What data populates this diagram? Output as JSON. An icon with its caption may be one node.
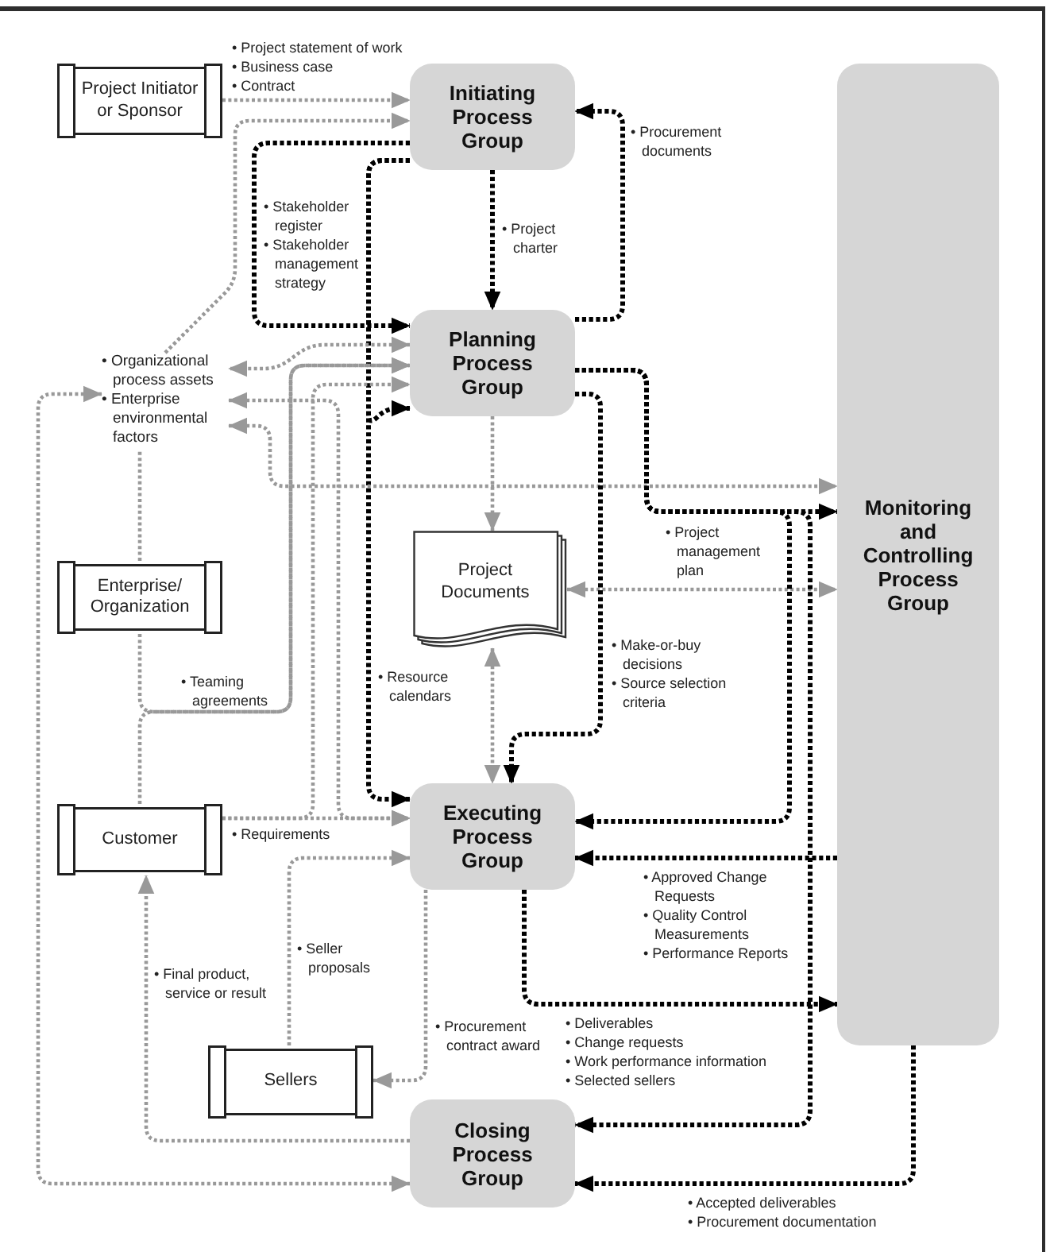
{
  "diagram": {
    "nodes": [
      {
        "text": [
          "Project Initiator or Sponsor"
        ]
      },
      {
        "text": [
          "Initiating Process Group"
        ]
      },
      {
        "text": [
          "Monitoring and Controlling Process Group"
        ]
      },
      {
        "text": [
          "Planning Process Group"
        ]
      },
      {
        "text": [
          "• Organizational process assets",
          "• Enterprise environmental factors"
        ]
      },
      {
        "text": [
          "Project Documents"
        ]
      },
      {
        "text": [
          "Enterprise/ Organization"
        ]
      },
      {
        "text": [
          "Executing Process Group"
        ]
      },
      {
        "text": [
          "Customer"
        ]
      },
      {
        "text": [
          "Sellers"
        ]
      },
      {
        "text": [
          "Closing Process Group"
        ]
      }
    ],
    "edges": [
      {
        "from": 0,
        "to": 1,
        "arrow": "to",
        "label": "• Project statement of work • Business case • Contract"
      },
      {
        "from": 4,
        "to": 1,
        "arrow": "to"
      },
      {
        "from": 1,
        "to": 3,
        "arrow": "to",
        "label": "• Stakeholder register • Stakeholder management strategy",
        "style": "dashed",
        "color": "#000000"
      },
      {
        "from": 1,
        "to": 3,
        "arrow": "to",
        "label": "• Project charter",
        "style": "dashed",
        "color": "#000000"
      },
      {
        "from": 3,
        "to": 1,
        "arrow": "to",
        "label": "• Procurement documents",
        "style": "dashed",
        "color": "#000000"
      },
      {
        "from": 1,
        "to": 7,
        "arrow": "to",
        "label": "• Resource calendars",
        "style": "dashed",
        "color": "#000000"
      },
      {
        "from": 1,
        "to": 3,
        "arrow": "to",
        "style": "dashed",
        "color": "#000000"
      },
      {
        "from": 3,
        "to": 4,
        "arrow": "both"
      },
      {
        "from": 4,
        "to": 2,
        "arrow": "both"
      },
      {
        "from": 4,
        "to": 7,
        "arrow": "both"
      },
      {
        "from": 4,
        "to": 10,
        "arrow": "both"
      },
      {
        "from": 6,
        "to": 4,
        "arrow": "none"
      },
      {
        "from": 6,
        "to": 3,
        "arrow": "to",
        "label": "• Teaming agreements"
      },
      {
        "from": 8,
        "to": 3,
        "arrow": "to"
      },
      {
        "from": 8,
        "to": 7,
        "arrow": "to",
        "label": "• Requirements"
      },
      {
        "from": 8,
        "to": 3,
        "arrow": "to"
      },
      {
        "from": 3,
        "to": 5,
        "arrow": "to"
      },
      {
        "from": 5,
        "to": 2,
        "arrow": "both"
      },
      {
        "from": 5,
        "to": 7,
        "arrow": "both"
      },
      {
        "from": 3,
        "to": 2,
        "arrow": "to",
        "label": "• Project management plan",
        "style": "dashed",
        "color": "#000000"
      },
      {
        "from": 3,
        "to": 7,
        "arrow": "to",
        "style": "dashed",
        "color": "#000000"
      },
      {
        "from": 3,
        "to": 10,
        "arrow": "to",
        "style": "dashed",
        "color": "#000000"
      },
      {
        "from": 3,
        "to": 7,
        "arrow": "to",
        "label": "• Make-or-buy decisions • Source selection criteria",
        "style": "dashed",
        "color": "#000000"
      },
      {
        "from": 2,
        "to": 7,
        "arrow": "to",
        "label": "• Approved Change Requests • Quality Control Measurements • Performance Reports",
        "style": "dashed",
        "color": "#000000"
      },
      {
        "from": 7,
        "to": 2,
        "arrow": "to",
        "label": "• Deliverables • Change requests • Work performance information • Selected sellers",
        "style": "dashed",
        "color": "#000000"
      },
      {
        "from": 2,
        "to": 10,
        "arrow": "to",
        "label": "• Accepted deliverables • Procurement documentation",
        "style": "dashed",
        "color": "#000000"
      },
      {
        "from": 7,
        "to": 9,
        "arrow": "to",
        "label": "• Procurement contract award"
      },
      {
        "from": 9,
        "to": 7,
        "arrow": "to",
        "label": "• Seller proposals"
      },
      {
        "from": 10,
        "to": 8,
        "arrow": "to",
        "label": "• Final product, service or result"
      }
    ]
  }
}
